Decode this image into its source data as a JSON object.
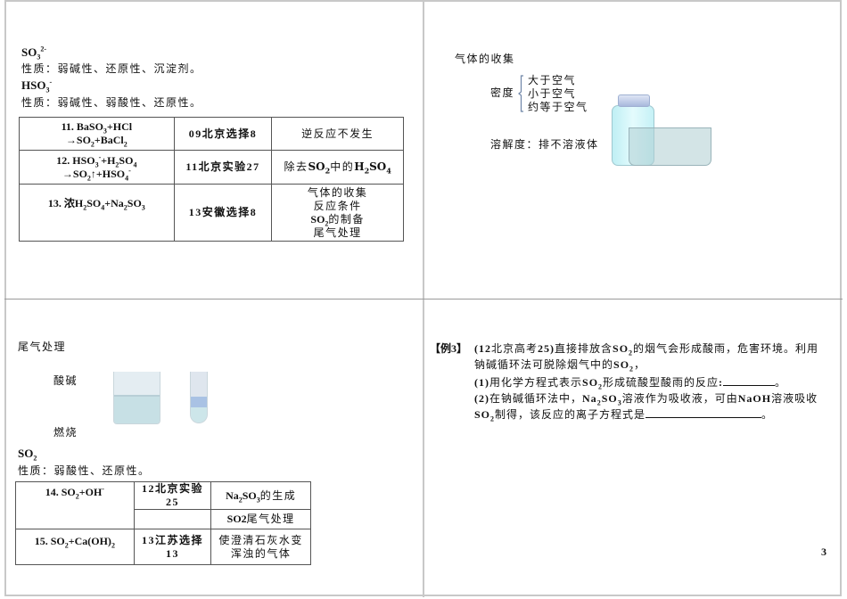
{
  "page_number": "3",
  "panel_top_left": {
    "so3_title": "SO3",
    "so3_charge": "2-",
    "so3_properties": "性质：弱碱性、还原性、沉淀剂。",
    "hso3_title": "HSO3",
    "hso3_charge": "-",
    "hso3_properties": "性质：弱碱性、弱酸性、还原性。",
    "table": {
      "rows": [
        {
          "reaction_line1": "11. BaSO3+HCl",
          "reaction_line2": "→SO2+BaCl2",
          "source": "09北京选择8",
          "note": [
            "逆反应不发生"
          ]
        },
        {
          "reaction_line1": "12. HSO3-+H2SO4",
          "reaction_line2": "→SO2↑+HSO4-",
          "source": "11北京实验27",
          "note": [
            "除去SO2中的H2SO4"
          ]
        },
        {
          "reaction_line1": "13. 浓H2SO4+Na2SO3",
          "reaction_line2": "",
          "source": "13安徽选择8",
          "note": [
            "气体的收集",
            "反应条件",
            "SO2的制备",
            "尾气处理"
          ]
        }
      ]
    }
  },
  "panel_top_right": {
    "title": "气体的收集",
    "density_label": "密度",
    "density_options": [
      "大于空气",
      "小于空气",
      "约等于空气"
    ],
    "solubility": "溶解度：排不溶液体",
    "image_jar": "gas-collection-jar",
    "image_basin": "water-trough"
  },
  "panel_bottom_left": {
    "title": "尾气处理",
    "method_1": "酸碱",
    "method_2": "燃烧",
    "so2_title": "SO2",
    "so2_properties": "性质：弱酸性、还原性。",
    "table": {
      "rows": [
        {
          "reaction": "14. SO2+OH-",
          "source": "12北京实验25",
          "note": "Na2SO3的生成"
        },
        {
          "reaction": "",
          "source": "",
          "note": "SO2尾气处理"
        },
        {
          "reaction": "15. SO2+Ca(OH)2",
          "source": "13江苏选择13",
          "note": "使澄清石灰水变浑浊的气体"
        }
      ]
    }
  },
  "panel_bottom_right": {
    "example_label": "【例3】",
    "source": "(12北京高考25)",
    "intro": "直接排放含SO2的烟气会形成酸雨，危害环境。利用钠碱循环法可脱除烟气中的SO2，",
    "q1": "(1)用化学方程式表示SO2形成硫酸型酸雨的反应:________。",
    "q2": "(2)在钠碱循环法中，Na2SO3溶液作为吸收液，可由NaOH溶液吸收SO2制得，该反应的离子方程式是________________。"
  }
}
